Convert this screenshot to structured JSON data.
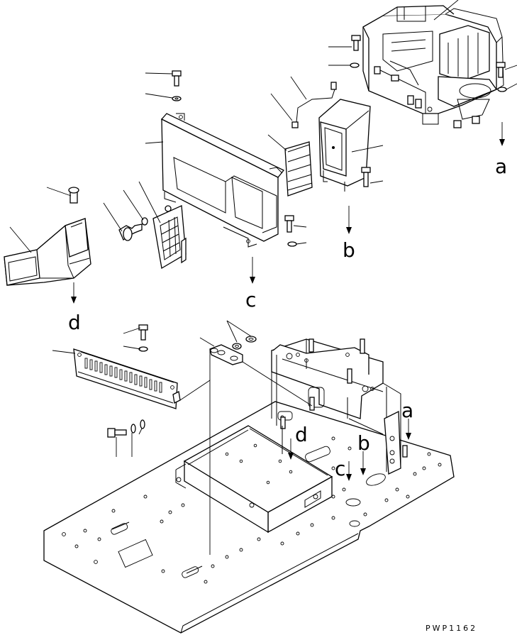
{
  "diagram": {
    "drawing_code": "PWP1162",
    "callouts": {
      "a_top": "a",
      "b_top": "b",
      "c_top": "c",
      "d_top": "d",
      "a_bottom": "a",
      "b_bottom": "b",
      "c_bottom": "c",
      "d_bottom": "d"
    }
  }
}
